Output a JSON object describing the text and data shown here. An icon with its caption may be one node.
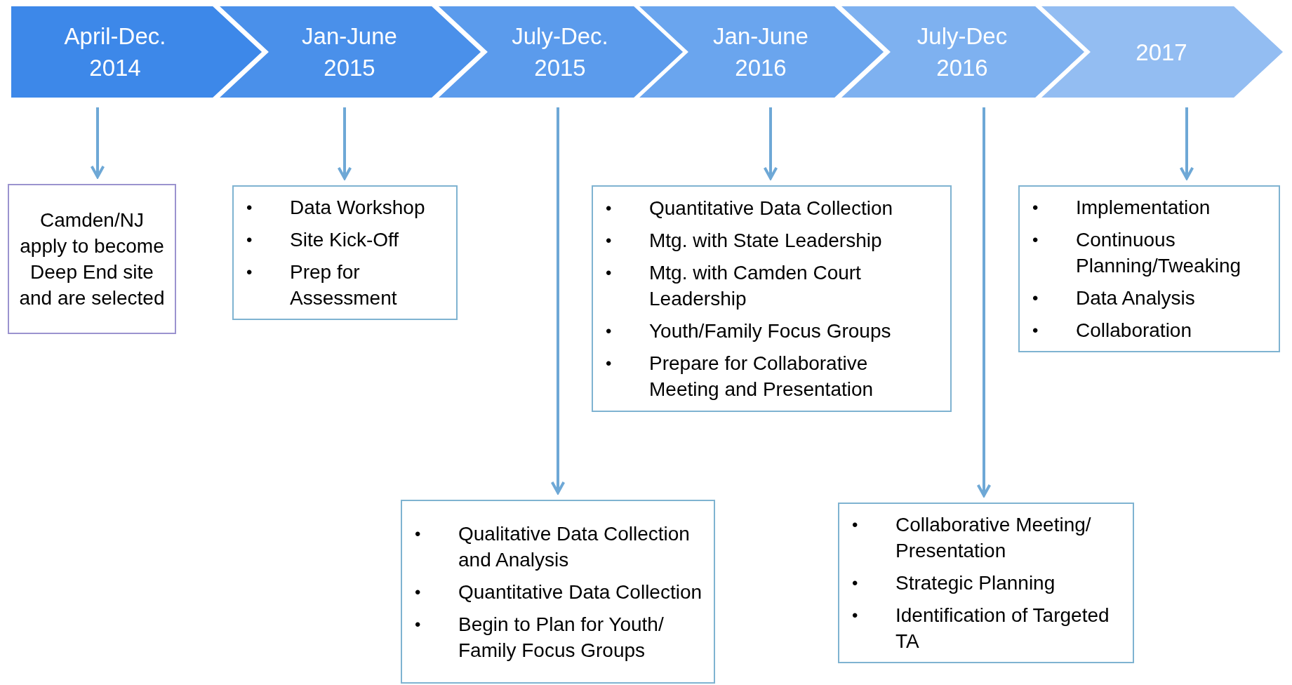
{
  "diagram": {
    "nodes": [
      {
        "text": [
          "April-Dec. 2014"
        ]
      },
      {
        "text": [
          "Jan-June 2015"
        ]
      },
      {
        "text": [
          "July-Dec. 2015"
        ]
      },
      {
        "text": [
          "Jan-June 2016"
        ]
      },
      {
        "text": [
          "July-Dec 2016"
        ]
      },
      {
        "text": [
          "2017"
        ]
      },
      {
        "text": [
          "Camden/NJ apply to become Deep End site and are selected"
        ]
      },
      {
        "text": [
          "•",
          "Data Workshop",
          "•",
          "Site Kick-Off",
          "•",
          "Prep for Assessment"
        ]
      },
      {
        "text": [
          "•",
          "Qualitative Data Collection and Analysis",
          "•",
          "Quantitative Data Collection",
          "•",
          "Begin to Plan for Youth/ Family Focus Groups"
        ]
      },
      {
        "text": [
          "•",
          "Quantitative Data Collection",
          "•",
          "Mtg. with State Leadership",
          "•",
          "Mtg. with Camden Court Leadership",
          "•",
          "Youth/Family Focus Groups",
          "•",
          "Prepare for Collaborative Meeting and Presentation"
        ]
      },
      {
        "text": [
          "•",
          "Collaborative Meeting/ Presentation",
          "•",
          "Strategic Planning",
          "•",
          "Identification of Targeted TA"
        ]
      },
      {
        "text": [
          "•",
          "Implementation",
          "•",
          "Continuous Planning/Tweaking",
          "•",
          "Data Analysis",
          "•",
          "Collaboration"
        ]
      }
    ],
    "edges": [
      {
        "from": 0,
        "to": 6,
        "arrow": "to"
      },
      {
        "from": 1,
        "to": 7,
        "arrow": "to"
      },
      {
        "from": 2,
        "to": 8,
        "arrow": "to"
      },
      {
        "from": 3,
        "to": 9,
        "arrow": "to"
      },
      {
        "from": 4,
        "to": 10,
        "arrow": "to"
      },
      {
        "from": 5,
        "to": 11,
        "arrow": "to"
      }
    ]
  }
}
